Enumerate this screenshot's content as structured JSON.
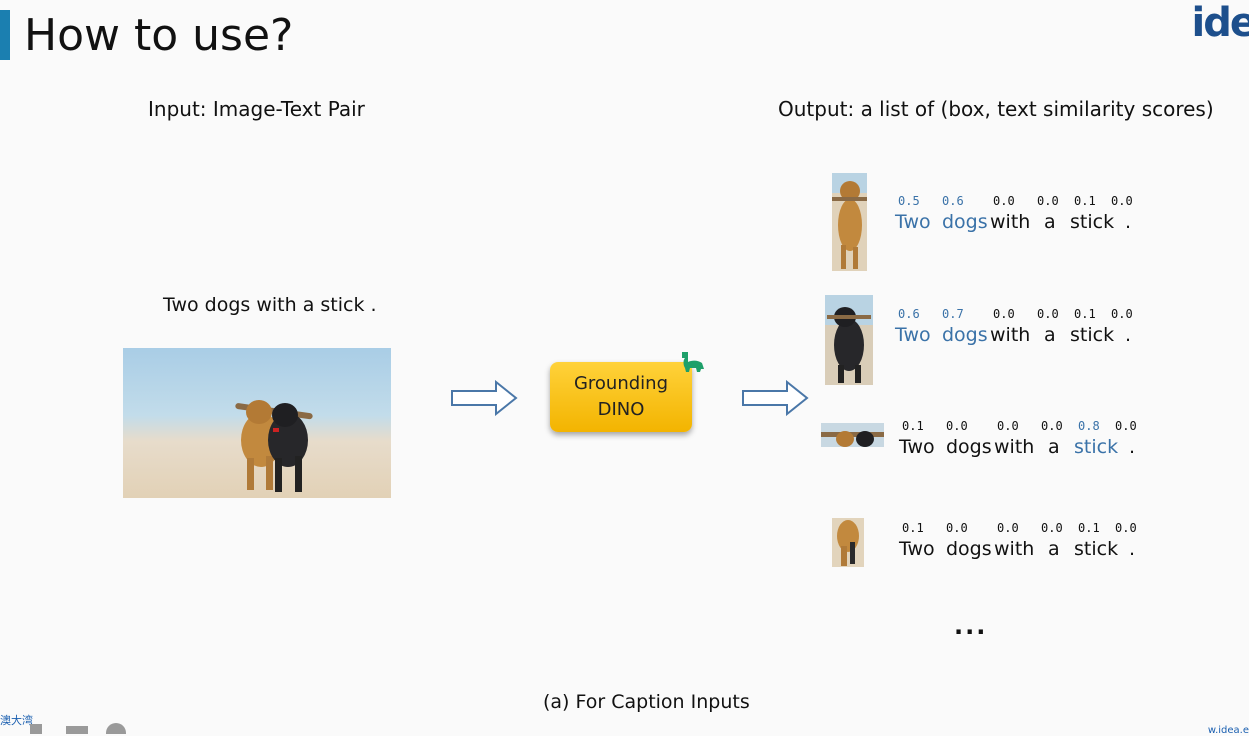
{
  "slide": {
    "title": "How to use?",
    "logo": "ide",
    "input_heading": "Input: Image-Text Pair",
    "output_heading": "Output: a list of (box, text similarity scores)",
    "caption_text": "Two dogs with a stick .",
    "model_name_line1": "Grounding",
    "model_name_line2": "DINO",
    "ellipsis": "...",
    "footer_caption": "(a) For Caption Inputs",
    "corner_text": "澳大湾",
    "corner_url": "w.idea.e",
    "accent_color": "#1b7fb0",
    "highlight_color": "#3a72a8",
    "box_color": "#f5b800"
  },
  "tokens": [
    "Two",
    "dogs",
    "with",
    "a",
    "stick",
    "."
  ],
  "rows": [
    {
      "scores": [
        "0.5",
        "0.6",
        "0.0",
        "0.0",
        "0.1",
        "0.0"
      ],
      "highlight": [
        true,
        true,
        false,
        false,
        false,
        false
      ]
    },
    {
      "scores": [
        "0.6",
        "0.7",
        "0.0",
        "0.0",
        "0.1",
        "0.0"
      ],
      "highlight": [
        true,
        true,
        false,
        false,
        false,
        false
      ]
    },
    {
      "scores": [
        "0.1",
        "0.0",
        "0.0",
        "0.0",
        "0.8",
        "0.0"
      ],
      "highlight": [
        false,
        false,
        false,
        false,
        true,
        false
      ]
    },
    {
      "scores": [
        "0.1",
        "0.0",
        "0.0",
        "0.0",
        "0.1",
        "0.0"
      ],
      "highlight": [
        false,
        false,
        false,
        false,
        false,
        false
      ]
    }
  ]
}
